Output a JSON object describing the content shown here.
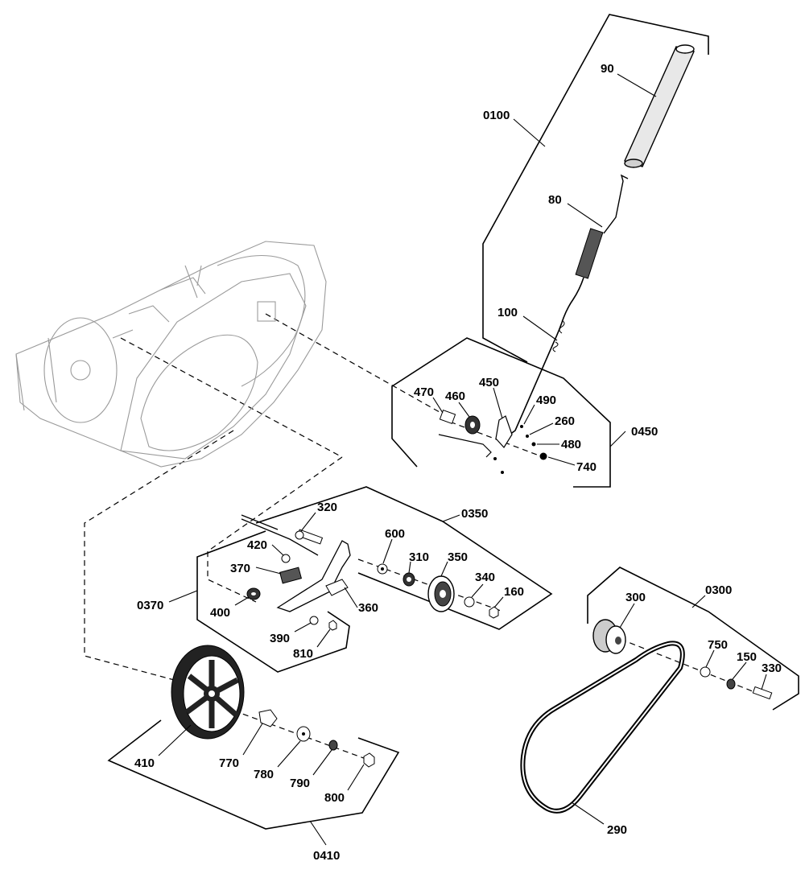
{
  "diagram": {
    "callouts": {
      "c90": "90",
      "c0100": "0100",
      "c80": "80",
      "c100": "100",
      "c470": "470",
      "c460": "460",
      "c450": "450",
      "c490": "490",
      "c260": "260",
      "c480": "480",
      "c740": "740",
      "c0450": "0450",
      "c320": "320",
      "c0350": "0350",
      "c420": "420",
      "c600": "600",
      "c310": "310",
      "c350": "350",
      "c370": "370",
      "c340": "340",
      "c160": "160",
      "c0370": "0370",
      "c400": "400",
      "c360": "360",
      "c390": "390",
      "c810": "810",
      "c300": "300",
      "c0300": "0300",
      "c750": "750",
      "c150": "150",
      "c330": "330",
      "c410": "410",
      "c770": "770",
      "c780": "780",
      "c790": "790",
      "c800": "800",
      "c0410": "0410",
      "c290": "290"
    }
  }
}
